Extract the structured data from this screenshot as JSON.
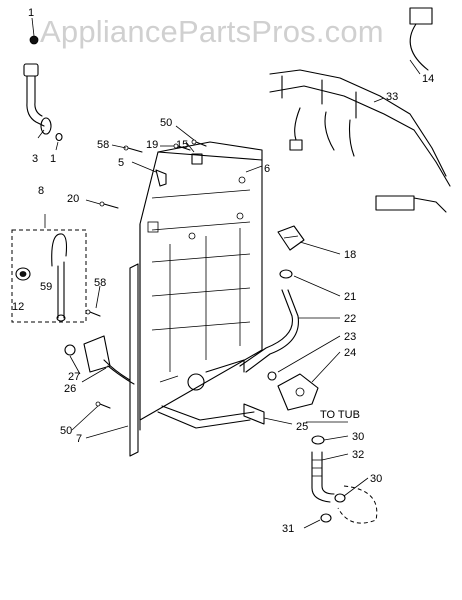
{
  "watermark": "AppliancePartsPros.com",
  "annotation_to_tub": "TO TUB",
  "callouts": {
    "c1a": "1",
    "c1b": "1",
    "c3": "3",
    "c5": "5",
    "c6": "6",
    "c7": "7",
    "c8": "8",
    "c12": "12",
    "c14": "14",
    "c15": "15",
    "c18": "18",
    "c19": "19",
    "c20": "20",
    "c21": "21",
    "c22": "22",
    "c23": "23",
    "c24": "24",
    "c25": "25",
    "c26": "26",
    "c27": "27",
    "c30a": "30",
    "c30b": "30",
    "c31": "31",
    "c32": "32",
    "c33": "33",
    "c50a": "50",
    "c50b": "50",
    "c58a": "58",
    "c58b": "58",
    "c59": "59"
  }
}
